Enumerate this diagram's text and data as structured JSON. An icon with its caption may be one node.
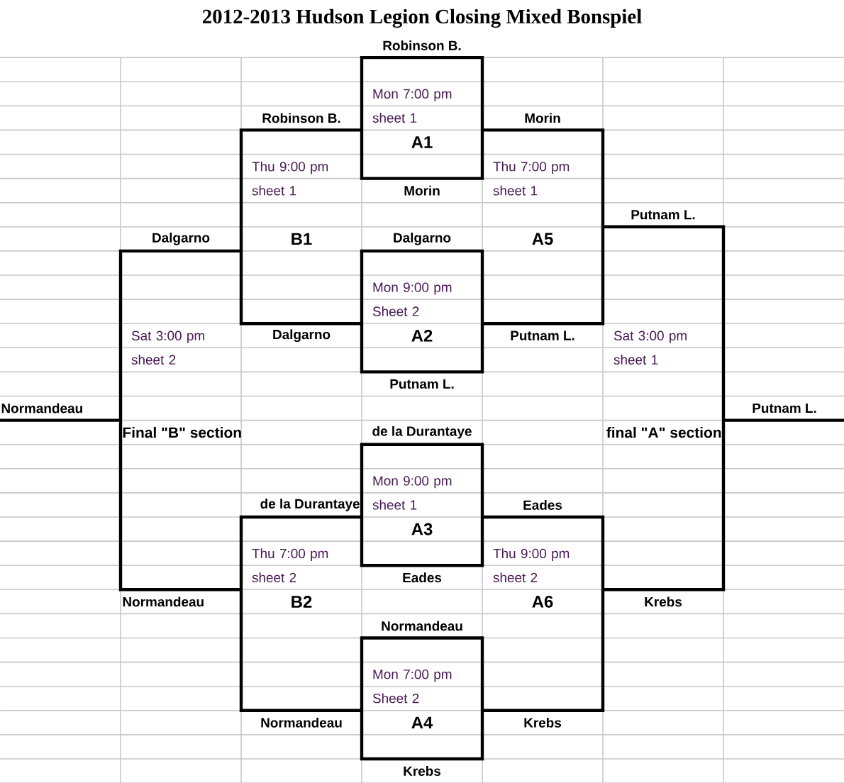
{
  "diagram": {
    "title": "2012-2013 Hudson Legion Closing Mixed Bonspiel",
    "nodes": [
      {
        "text": [
          "Mon 7:00 pm sheet 1",
          "A1"
        ]
      },
      {
        "text": [
          "Mon 9:00 pm Sheet 2",
          "A2"
        ]
      },
      {
        "text": [
          "Mon 9:00 pm sheet 1",
          "A3"
        ]
      },
      {
        "text": [
          "Mon 7:00 pm Sheet 2",
          "A4"
        ]
      },
      {
        "text": [
          "Thu 9:00 pm sheet 1",
          "B1"
        ]
      },
      {
        "text": [
          "Thu 7:00 pm sheet 1",
          "A5"
        ]
      },
      {
        "text": [
          "Thu 7:00 pm sheet 2",
          "B2"
        ]
      },
      {
        "text": [
          "Thu 9:00 pm sheet 2",
          "A6"
        ]
      },
      {
        "text": [
          "Sat 3:00 pm sheet 2",
          "Final \"B\" section"
        ]
      },
      {
        "text": [
          "Sat 3:00 pm sheet 1",
          "final \"A\" section"
        ]
      }
    ],
    "labels": [
      "Robinson B.",
      "Robinson B.",
      "Morin",
      "Morin",
      "Putnam L.",
      "Dalgarno",
      "Dalgarno",
      "Dalgarno",
      "Putnam L.",
      "Putnam L.",
      "Normandeau",
      "Putnam L.",
      "de la Durantaye",
      "de la Durantaye",
      "Eades",
      "Eades",
      "Normandeau",
      "Krebs",
      "Normandeau",
      "Normandeau",
      "Krebs",
      "Krebs"
    ]
  }
}
